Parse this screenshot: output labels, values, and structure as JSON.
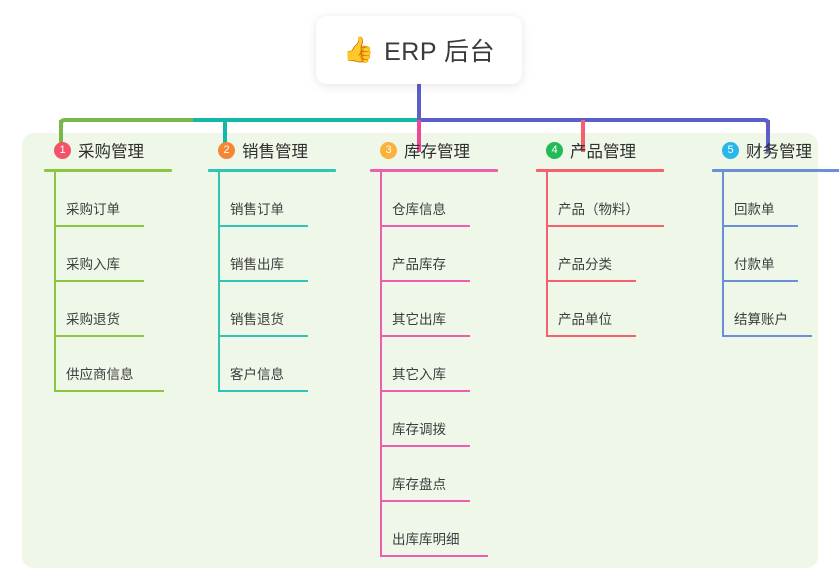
{
  "root": {
    "icon": "thumbs-up-icon",
    "icon_glyph": "👍",
    "title": "ERP 后台"
  },
  "palette": {
    "panel_bg": "#eff7e9",
    "card_bg": "#ffffff",
    "stem": "#5b5fc7",
    "bar_green": "#7ab648",
    "bar_teal": "#14b8a6",
    "bar_blue": "#5b5fc7"
  },
  "connector_bar": {
    "segments": [
      {
        "name": "green-segment",
        "color": "#7ab648"
      },
      {
        "name": "teal-segment",
        "color": "#14b8a6"
      },
      {
        "name": "blue-segment",
        "color": "#5b5fc7"
      }
    ],
    "drops": [
      {
        "name": "drop-purchase",
        "color": "#7ab648"
      },
      {
        "name": "drop-sales",
        "color": "#14b8a6"
      },
      {
        "name": "drop-inventory",
        "color": "#ec4899"
      },
      {
        "name": "drop-product",
        "color": "#f4606c"
      },
      {
        "name": "drop-finance",
        "color": "#5b5fc7"
      }
    ]
  },
  "columns": [
    {
      "index": "1",
      "name": "purchase-management",
      "title": "采购管理",
      "badge_color": "#f25368",
      "line_color": "#8cc63f",
      "items": [
        {
          "label": "采购订单"
        },
        {
          "label": "采购入库"
        },
        {
          "label": "采购退货"
        },
        {
          "label": "供应商信息"
        }
      ]
    },
    {
      "index": "2",
      "name": "sales-management",
      "title": "销售管理",
      "badge_color": "#f58634",
      "line_color": "#2ec4b6",
      "items": [
        {
          "label": "销售订单"
        },
        {
          "label": "销售出库"
        },
        {
          "label": "销售退货"
        },
        {
          "label": "客户信息"
        }
      ]
    },
    {
      "index": "3",
      "name": "inventory-management",
      "title": "库存管理",
      "badge_color": "#fbb13c",
      "line_color": "#ed5fae",
      "items": [
        {
          "label": "仓库信息"
        },
        {
          "label": "产品库存"
        },
        {
          "label": "其它出库"
        },
        {
          "label": "其它入库"
        },
        {
          "label": "库存调拨"
        },
        {
          "label": "库存盘点"
        },
        {
          "label": "出库库明细"
        }
      ]
    },
    {
      "index": "4",
      "name": "product-management",
      "title": "产品管理",
      "badge_color": "#22bb55",
      "line_color": "#f4606c",
      "items": [
        {
          "label": "产品（物料）"
        },
        {
          "label": "产品分类"
        },
        {
          "label": "产品单位"
        }
      ]
    },
    {
      "index": "5",
      "name": "finance-management",
      "title": "财务管理",
      "badge_color": "#29b6e8",
      "line_color": "#6a8fd8",
      "items": [
        {
          "label": "回款单"
        },
        {
          "label": "付款单"
        },
        {
          "label": "结算账户"
        }
      ]
    }
  ]
}
